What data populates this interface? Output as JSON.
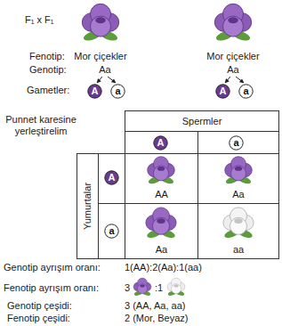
{
  "diagram": {
    "nodes": [
      {
        "text": [
          "A"
        ]
      },
      {
        "text": [
          "a"
        ]
      },
      {
        "text": [
          "A"
        ]
      },
      {
        "text": [
          "a"
        ]
      },
      {
        "text": [
          "Spermler"
        ]
      },
      {
        "text": [
          "A"
        ]
      },
      {
        "text": [
          "a"
        ]
      },
      {
        "text": [
          "Yumurtalar"
        ]
      },
      {
        "text": [
          "A"
        ]
      },
      {
        "text": [
          "a"
        ]
      },
      {
        "text": [
          "AA"
        ]
      },
      {
        "text": [
          "Aa"
        ]
      },
      {
        "text": [
          "Aa"
        ]
      },
      {
        "text": [
          "aa"
        ]
      }
    ],
    "labels": [
      "F₁ x F₁",
      "Fenotip:",
      "Mor çiçekler",
      "Mor çiçekler",
      "Genotip:",
      "Aa",
      "Aa",
      "Gametler:",
      "Punnet karesine yerleştirelim",
      "Genotip ayrışım oranı:",
      "1(AA):2(Aa):1(aa)",
      "Fenotip ayrışım oranı:",
      "3",
      ":1",
      "Genotip çeşidi:",
      "3 (AA, Aa, aa)",
      "Fenotip çeşidi:",
      "2 (Mor, Beyaz)"
    ]
  }
}
